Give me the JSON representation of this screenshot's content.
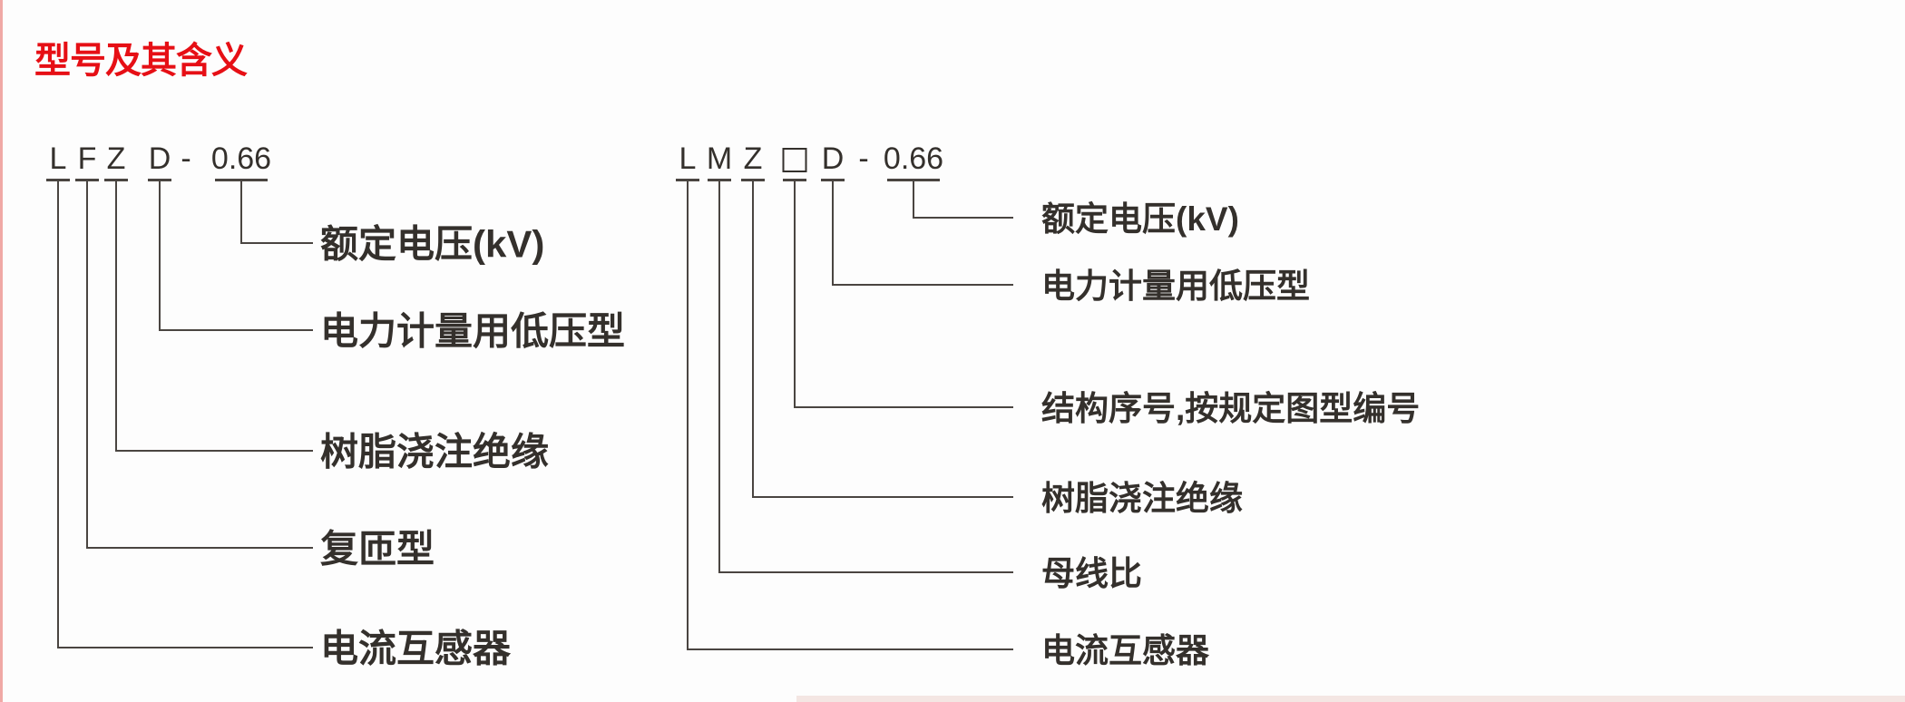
{
  "page": {
    "title": "型号及其含义",
    "colors": {
      "accent_red": "#e60f15",
      "line": "#4a4541",
      "text": "#34302c",
      "background": "#fdfdfd",
      "edge_strip_pink": "#f0a9a6",
      "edge_strip_bottom": "#f4e6e3"
    }
  },
  "diagrams": [
    {
      "code": "L F Z D - 0.66",
      "tokens": [
        {
          "char": "L"
        },
        {
          "char": "F"
        },
        {
          "char": "Z"
        },
        {
          "char": "D"
        },
        {
          "char": "-"
        },
        {
          "char": "0.66"
        }
      ],
      "labels": [
        {
          "for": "0.66",
          "text": "额定电压(kV)"
        },
        {
          "for": "D",
          "text": "电力计量用低压型"
        },
        {
          "for": "Z",
          "text": "树脂浇注绝缘"
        },
        {
          "for": "F",
          "text": "复匝型"
        },
        {
          "for": "L",
          "text": "电流互感器"
        }
      ]
    },
    {
      "code": "L M Z □ D - 0.66",
      "tokens": [
        {
          "char": "L"
        },
        {
          "char": "M"
        },
        {
          "char": "Z"
        },
        {
          "char": "□",
          "type": "box"
        },
        {
          "char": "D"
        },
        {
          "char": "-"
        },
        {
          "char": "0.66"
        }
      ],
      "labels": [
        {
          "for": "0.66",
          "text": "额定电压(kV)"
        },
        {
          "for": "D",
          "text": "电力计量用低压型"
        },
        {
          "for": "□",
          "text": "结构序号,按规定图型编号"
        },
        {
          "for": "Z",
          "text": "树脂浇注绝缘"
        },
        {
          "for": "M",
          "text": "母线比"
        },
        {
          "for": "L",
          "text": "电流互感器"
        }
      ]
    }
  ]
}
